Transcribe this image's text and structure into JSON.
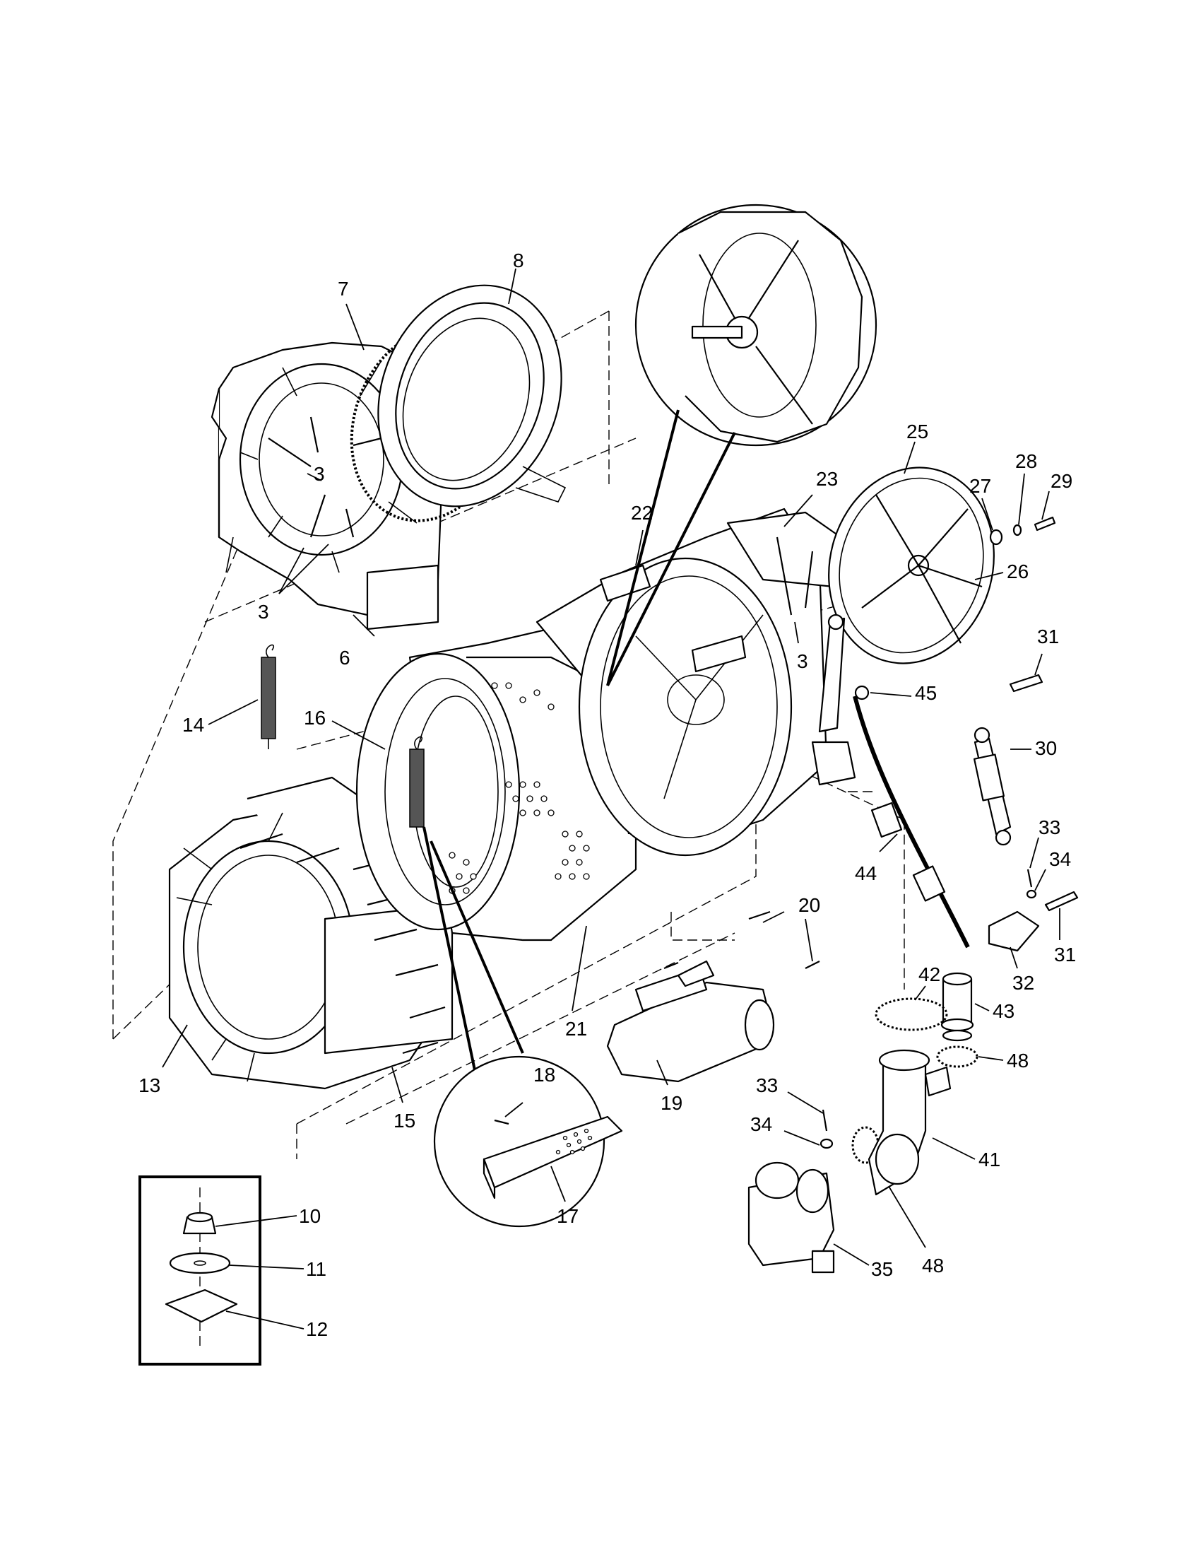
{
  "labels": [
    {
      "id": "p3a",
      "text": "3"
    },
    {
      "id": "p3b",
      "text": "3"
    },
    {
      "id": "p3c",
      "text": "3"
    },
    {
      "id": "p6",
      "text": "6"
    },
    {
      "id": "p7",
      "text": "7"
    },
    {
      "id": "p8",
      "text": "8"
    },
    {
      "id": "p10",
      "text": "10"
    },
    {
      "id": "p11",
      "text": "11"
    },
    {
      "id": "p12",
      "text": "12"
    },
    {
      "id": "p13",
      "text": "13"
    },
    {
      "id": "p14",
      "text": "14"
    },
    {
      "id": "p15",
      "text": "15"
    },
    {
      "id": "p16",
      "text": "16"
    },
    {
      "id": "p17",
      "text": "17"
    },
    {
      "id": "p18",
      "text": "18"
    },
    {
      "id": "p19",
      "text": "19"
    },
    {
      "id": "p20",
      "text": "20"
    },
    {
      "id": "p21",
      "text": "21"
    },
    {
      "id": "p22",
      "text": "22"
    },
    {
      "id": "p23",
      "text": "23"
    },
    {
      "id": "p25",
      "text": "25"
    },
    {
      "id": "p26",
      "text": "26"
    },
    {
      "id": "p27",
      "text": "27"
    },
    {
      "id": "p28",
      "text": "28"
    },
    {
      "id": "p29",
      "text": "29"
    },
    {
      "id": "p30",
      "text": "30"
    },
    {
      "id": "p31a",
      "text": "31"
    },
    {
      "id": "p31b",
      "text": "31"
    },
    {
      "id": "p32",
      "text": "32"
    },
    {
      "id": "p33a",
      "text": "33"
    },
    {
      "id": "p33b",
      "text": "33"
    },
    {
      "id": "p34a",
      "text": "34"
    },
    {
      "id": "p34b",
      "text": "34"
    },
    {
      "id": "p35",
      "text": "35"
    },
    {
      "id": "p41",
      "text": "41"
    },
    {
      "id": "p42",
      "text": "42"
    },
    {
      "id": "p43",
      "text": "43"
    },
    {
      "id": "p44",
      "text": "44"
    },
    {
      "id": "p45",
      "text": "45"
    },
    {
      "id": "p48a",
      "text": "48"
    },
    {
      "id": "p48b",
      "text": "48"
    }
  ]
}
